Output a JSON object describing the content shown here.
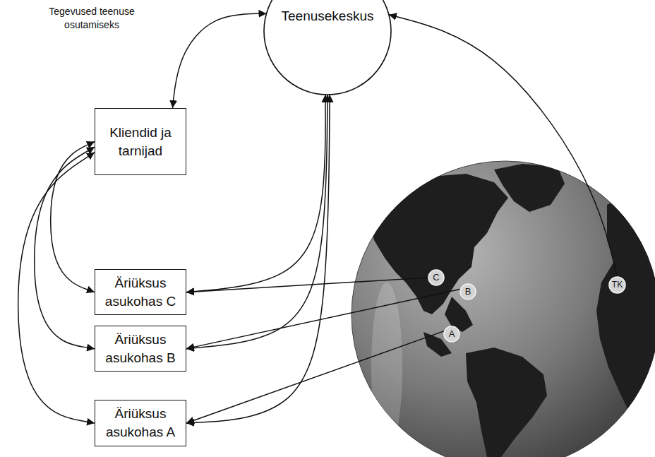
{
  "diagram": {
    "nodes": [
      {
        "text": [
          "Teenusekeskus"
        ]
      },
      {
        "text": [
          "Kliendid ja tarnijad"
        ]
      },
      {
        "text": [
          "Äriüksus asukohas C"
        ]
      },
      {
        "text": [
          "Äriüksus asukohas B"
        ]
      },
      {
        "text": [
          "Äriüksus asukohas A"
        ]
      },
      {
        "text": [
          "C"
        ]
      },
      {
        "text": [
          "B"
        ]
      },
      {
        "text": [
          "A"
        ]
      },
      {
        "text": [
          "TK"
        ]
      }
    ],
    "edges": [
      {
        "from": 0,
        "to": 1,
        "arrow": "both"
      },
      {
        "from": 1,
        "to": 2,
        "arrow": "both"
      },
      {
        "from": 1,
        "to": 3,
        "arrow": "both"
      },
      {
        "from": 1,
        "to": 4,
        "arrow": "both"
      },
      {
        "from": 0,
        "to": 2,
        "arrow": "both"
      },
      {
        "from": 0,
        "to": 3,
        "arrow": "both"
      },
      {
        "from": 0,
        "to": 4,
        "arrow": "both"
      },
      {
        "from": 5,
        "to": 2,
        "arrow": "to"
      },
      {
        "from": 6,
        "to": 3,
        "arrow": "to"
      },
      {
        "from": 7,
        "to": 4,
        "arrow": "to"
      },
      {
        "from": 8,
        "to": 0,
        "arrow": "to"
      }
    ],
    "labels": [
      "Tegevused teenuse osutamiseks"
    ]
  }
}
